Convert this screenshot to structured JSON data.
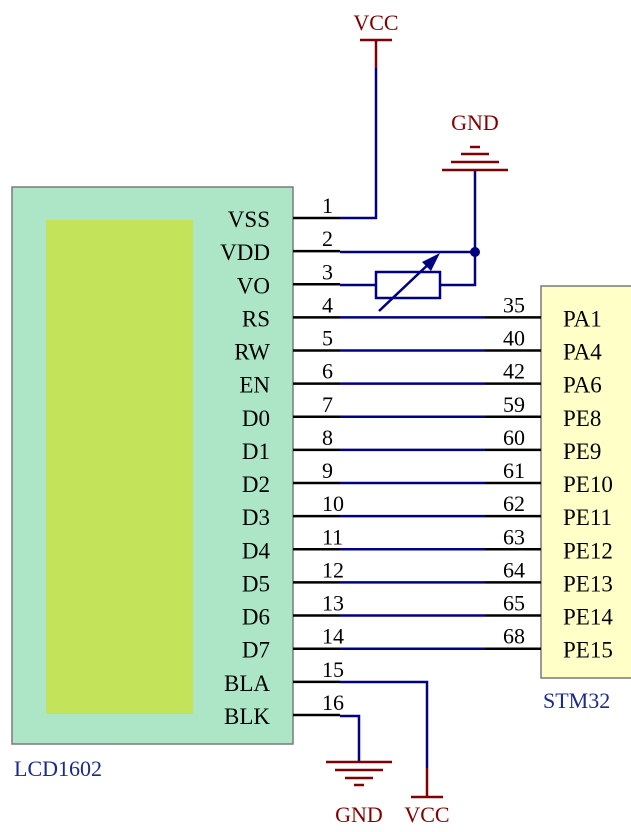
{
  "lcd": {
    "name": "LCD1602",
    "body_color": "#ace6c6",
    "screen_color": "#c3e45a",
    "pins": [
      {
        "num": "1",
        "name": "VSS"
      },
      {
        "num": "2",
        "name": "VDD"
      },
      {
        "num": "3",
        "name": "VO"
      },
      {
        "num": "4",
        "name": "RS"
      },
      {
        "num": "5",
        "name": "RW"
      },
      {
        "num": "6",
        "name": "EN"
      },
      {
        "num": "7",
        "name": "D0"
      },
      {
        "num": "8",
        "name": "D1"
      },
      {
        "num": "9",
        "name": "D2"
      },
      {
        "num": "10",
        "name": "D3"
      },
      {
        "num": "11",
        "name": "D4"
      },
      {
        "num": "12",
        "name": "D5"
      },
      {
        "num": "13",
        "name": "D6"
      },
      {
        "num": "14",
        "name": "D7"
      },
      {
        "num": "15",
        "name": "BLA"
      },
      {
        "num": "16",
        "name": "BLK"
      }
    ]
  },
  "mcu": {
    "name": "STM32",
    "body_color": "#ffffc8",
    "pins": [
      {
        "num": "35",
        "name": "PA1"
      },
      {
        "num": "40",
        "name": "PA4"
      },
      {
        "num": "42",
        "name": "PA6"
      },
      {
        "num": "59",
        "name": "PE8"
      },
      {
        "num": "60",
        "name": "PE9"
      },
      {
        "num": "61",
        "name": "PE10"
      },
      {
        "num": "62",
        "name": "PE11"
      },
      {
        "num": "63",
        "name": "PE12"
      },
      {
        "num": "64",
        "name": "PE13"
      },
      {
        "num": "65",
        "name": "PE14"
      },
      {
        "num": "68",
        "name": "PE15"
      }
    ]
  },
  "power": {
    "vcc_top": "VCC",
    "gnd_top": "GND",
    "gnd_bottom": "GND",
    "vcc_bottom": "VCC"
  },
  "colors": {
    "wire": "#000080",
    "power": "#800000",
    "pin": "#000000",
    "label": "#1a2a8a"
  }
}
